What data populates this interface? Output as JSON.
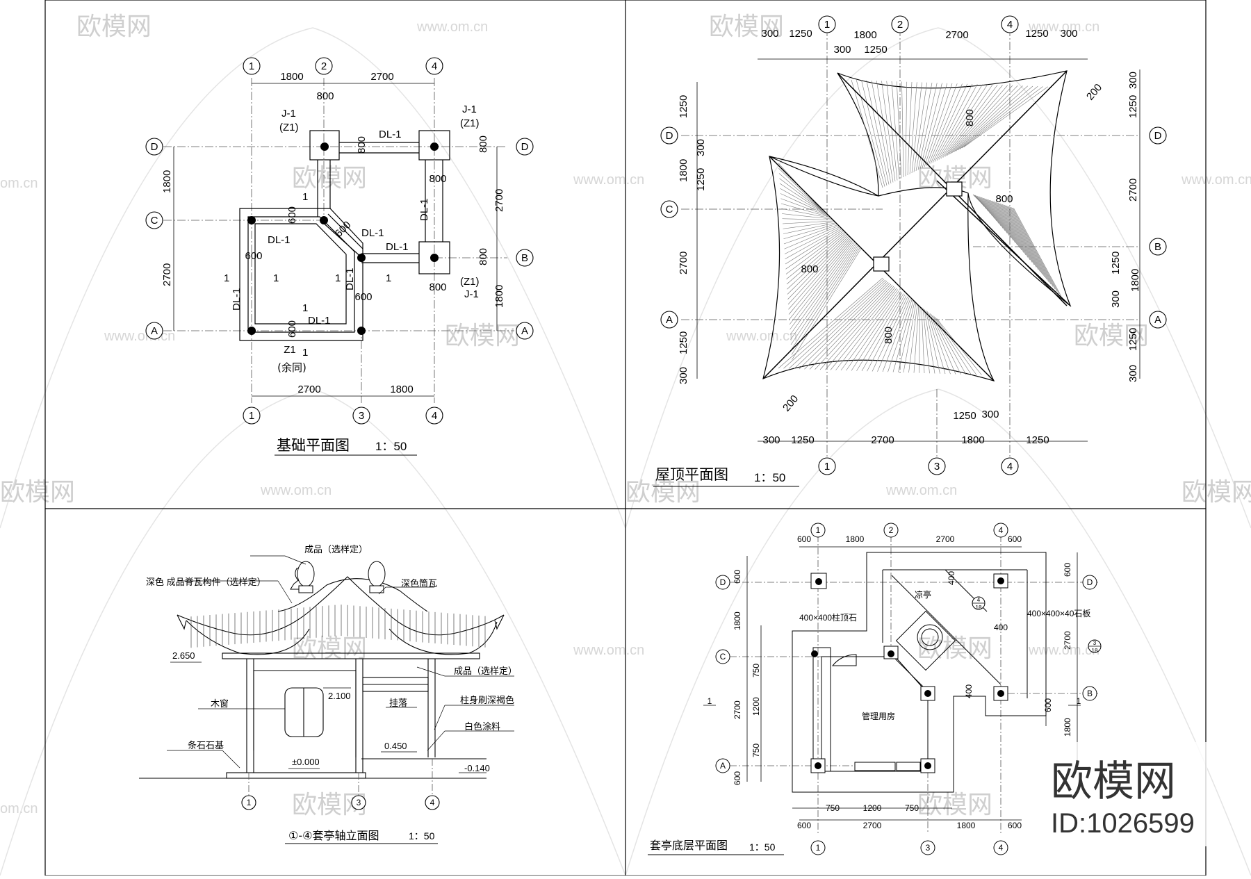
{
  "watermark": {
    "brand": "欧模网",
    "url": "www.om.cn",
    "url_fragment": "om.cn",
    "brand_fragment": "欧模网"
  },
  "stamp": {
    "brand": "欧模网",
    "id": "ID:1026599"
  },
  "foundation": {
    "title": "基础平面图",
    "scale": "1：50",
    "axes": {
      "top": [
        "1",
        "2",
        "4"
      ],
      "bottom": [
        "1",
        "3",
        "4"
      ],
      "left": [
        "D",
        "C",
        "A"
      ],
      "right": [
        "D",
        "B",
        "A"
      ]
    },
    "dims": {
      "d1800": "1800",
      "d2700": "2700",
      "d800": "800",
      "d600": "600",
      "d1": "1"
    },
    "labels": {
      "j1": "J-1",
      "z1p": "(Z1)",
      "dl1": "DL-1",
      "z1": "Z1",
      "same": "(余同)"
    }
  },
  "roof": {
    "title": "屋顶平面图",
    "scale": "1：50",
    "axes": {
      "top": [
        "1",
        "2",
        "4"
      ],
      "bottom": [
        "1",
        "3",
        "4"
      ],
      "left": [
        "D",
        "C",
        "A"
      ],
      "right": [
        "D",
        "B",
        "A"
      ]
    },
    "dims": {
      "d300": "300",
      "d1250": "1250",
      "d1800": "1800",
      "d2700": "2700",
      "d800": "800",
      "d200": "200"
    }
  },
  "elevation": {
    "title": "①-④套亭轴立面图",
    "scale": "1：50",
    "notes": {
      "finished_top": "成品（选样定）",
      "ridge": "深色 成品脊瓦构件（选样定）",
      "tile": "深色筒瓦",
      "finished_right": "成品（选样定）",
      "window": "木窗",
      "hang": "挂落",
      "column_paint": "柱身刷深褐色",
      "white_paint": "白色涂料",
      "stone_base": "条石石基"
    },
    "levels": {
      "l2650": "2.650",
      "l2100": "2.100",
      "l0450": "0.450",
      "l0000": "±0.000",
      "lm0140": "-0.140"
    },
    "axes": [
      "1",
      "3",
      "4"
    ]
  },
  "ground": {
    "title": "套亭底层平面图",
    "scale": "1：50",
    "axes": {
      "top": [
        "1",
        "2",
        "4"
      ],
      "bottom": [
        "1",
        "3",
        "4"
      ],
      "left": [
        "D",
        "C",
        "A"
      ],
      "right": [
        "D",
        "B"
      ]
    },
    "dims": {
      "d600": "600",
      "d1800": "1800",
      "d2700": "2700",
      "d750": "750",
      "d1200": "1200",
      "d400": "400"
    },
    "labels": {
      "pavilion": "凉亭",
      "room": "管理用房",
      "stone_cap": "400×400柱顶石",
      "stone_slab": "400×400×40石板",
      "ref_left": "1",
      "ref1_top": "4",
      "ref1_bot": "18",
      "ref2_top": "3",
      "ref2_bot": "18",
      "ref_right": "1"
    }
  }
}
